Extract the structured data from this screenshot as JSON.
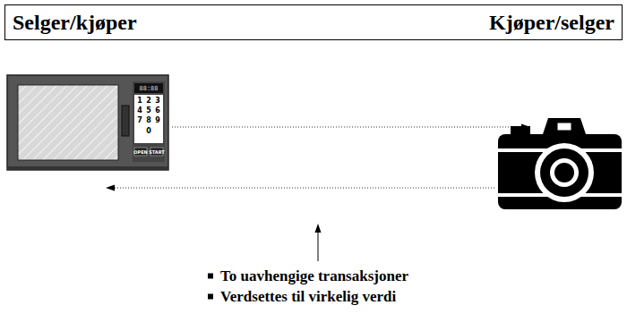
{
  "diagram": {
    "nodes": [
      {
        "text": [
          "Selger/kjøper",
          "Kjøper/selger"
        ]
      }
    ],
    "labels": [
      "88:88",
      "1",
      "2",
      "3",
      "4",
      "5",
      "6",
      "7",
      "8",
      "9",
      "0",
      "OPEN",
      "START",
      "To uavhengige transaksjoner",
      "Verdsettes til virkelig verdi"
    ]
  }
}
